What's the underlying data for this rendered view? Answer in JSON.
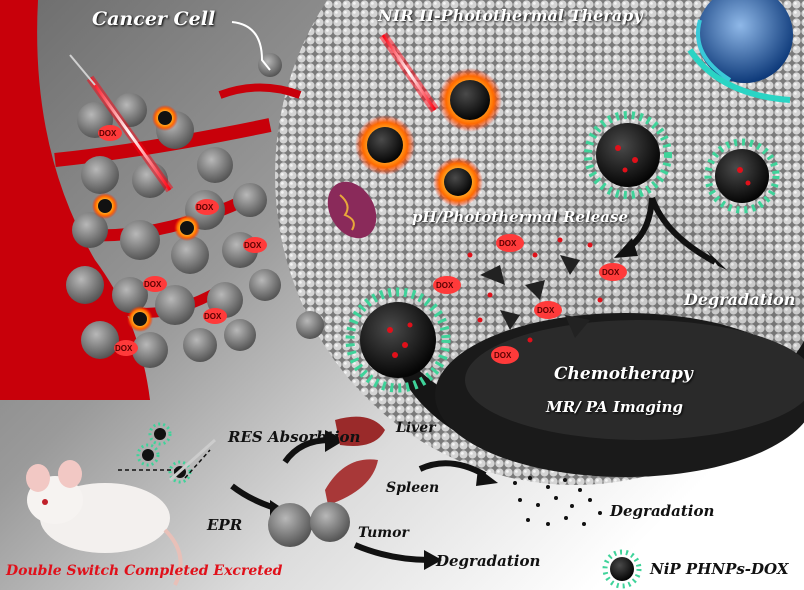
{
  "labels": {
    "cancer_cell": "Cancer Cell",
    "nir_therapy": "NIR II-Photothermal Therapy",
    "ph_release": "pH/Photothermal Release",
    "degradation_top": "Degradation",
    "chemotherapy": "Chemotherapy",
    "imaging": "MR/ PA Imaging",
    "res_absorption": "RES Absorbtion",
    "liver": "Liver",
    "spleen": "Spleen",
    "degradation_mid": "Degradation",
    "epr": "EPR",
    "tumor": "Tumor",
    "degradation_bottom": "Degradation",
    "excreted": "Double Switch Completed Excreted",
    "legend": "NiP PHNPs-DOX",
    "dox": "DOX"
  },
  "colors": {
    "accent_red": "#e0101a",
    "vessel_red": "#c8000a",
    "nanoparticle": "#1a1a1a",
    "ligand_green": "#3fd39a",
    "organ": "#9a2a2a"
  }
}
